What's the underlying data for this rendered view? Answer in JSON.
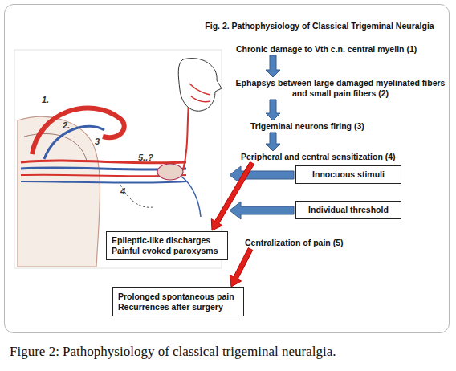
{
  "diagram": {
    "title": "Fig. 2. Pathophysiology of Classical Trigeminal Neuralgia",
    "caption": "Figure 2: Pathophysiology of classical trigeminal neuralgia.",
    "nodes": [
      {
        "text": [
          "Chronic damage to Vth c.n. central myelin (1)"
        ]
      },
      {
        "text": [
          "Ephapsys between large damaged myelinated fibers and small pain fibers (2)"
        ]
      },
      {
        "text": [
          "Trigeminal  neurons firing  (3)"
        ]
      },
      {
        "text": [
          "Peripheral and central sensitization (4)"
        ]
      },
      {
        "text": [
          "Innocuous stimuli"
        ]
      },
      {
        "text": [
          "Individual threshold"
        ]
      },
      {
        "text": [
          "Epileptic-like discharges Painful evoked paroxysms"
        ]
      },
      {
        "text": [
          "Centralization of pain (5)"
        ]
      },
      {
        "text": [
          "Prolonged spontaneous pain Recurrences after surgery"
        ]
      }
    ],
    "edges": [
      {
        "from": 0,
        "to": 1,
        "arrow": "to"
      },
      {
        "from": 1,
        "to": 2,
        "arrow": "to"
      },
      {
        "from": 2,
        "to": 3,
        "arrow": "to"
      },
      {
        "from": 3,
        "to": 6,
        "arrow": "to"
      },
      {
        "from": 7,
        "to": 8,
        "arrow": "to"
      }
    ],
    "labels": [
      "1.",
      "2.",
      "3",
      "4",
      "5..?"
    ]
  }
}
